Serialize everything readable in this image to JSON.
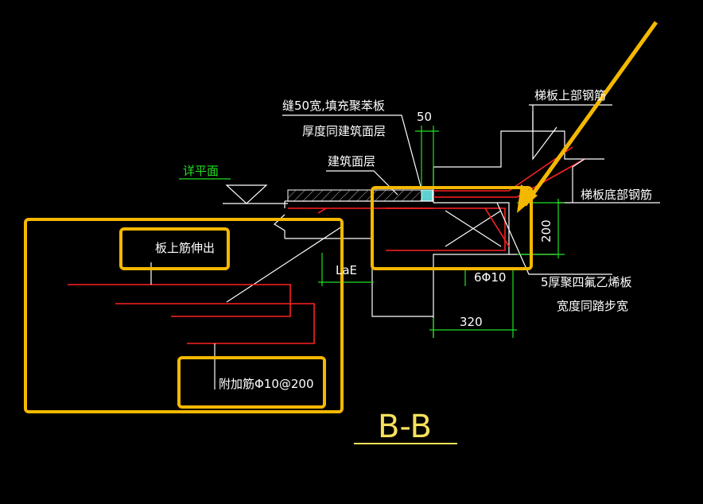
{
  "title": "B-B",
  "labels": {
    "joint_line1": "缝50宽,填充聚苯板",
    "joint_line2": "厚度同建筑面层",
    "building_surface": "建筑面层",
    "level_mark": "详平面",
    "dim_50": "50",
    "dim_200": "200",
    "dim_320": "320",
    "lae": "LaE",
    "stirrup": "6Φ10",
    "ptfe_line1": "5厚聚四氟乙烯板",
    "ptfe_line2": "宽度同踏步宽",
    "stair_top_rebar": "梯板上部钢筋",
    "stair_bottom_rebar": "梯板底部钢筋",
    "slab_top_rebar": "板上筋伸出",
    "additional_rebar": "附加筋Φ10@200"
  },
  "colors": {
    "background": "#000000",
    "linework": "#ffffff",
    "rebar": "#ff2020",
    "dimension": "#20e020",
    "highlight": "#f5b800",
    "title": "#f5e15a"
  }
}
